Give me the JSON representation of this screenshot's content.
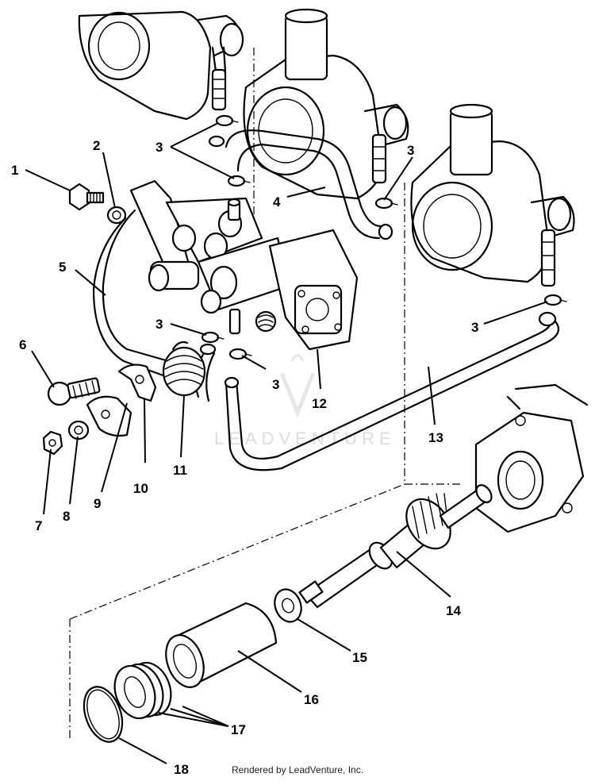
{
  "callouts": {
    "c1": "1",
    "c2": "2",
    "c3a": "3",
    "c3b": "3",
    "c3c": "3",
    "c3d": "3",
    "c3e": "3",
    "c4": "4",
    "c5": "5",
    "c6": "6",
    "c7": "7",
    "c8": "8",
    "c9": "9",
    "c10": "10",
    "c11": "11",
    "c12": "12",
    "c13": "13",
    "c14": "14",
    "c15": "15",
    "c16": "16",
    "c17": "17",
    "c18": "18"
  },
  "watermark": "LEADVENTURE",
  "footer": "Rendered by LeadVenture, Inc."
}
